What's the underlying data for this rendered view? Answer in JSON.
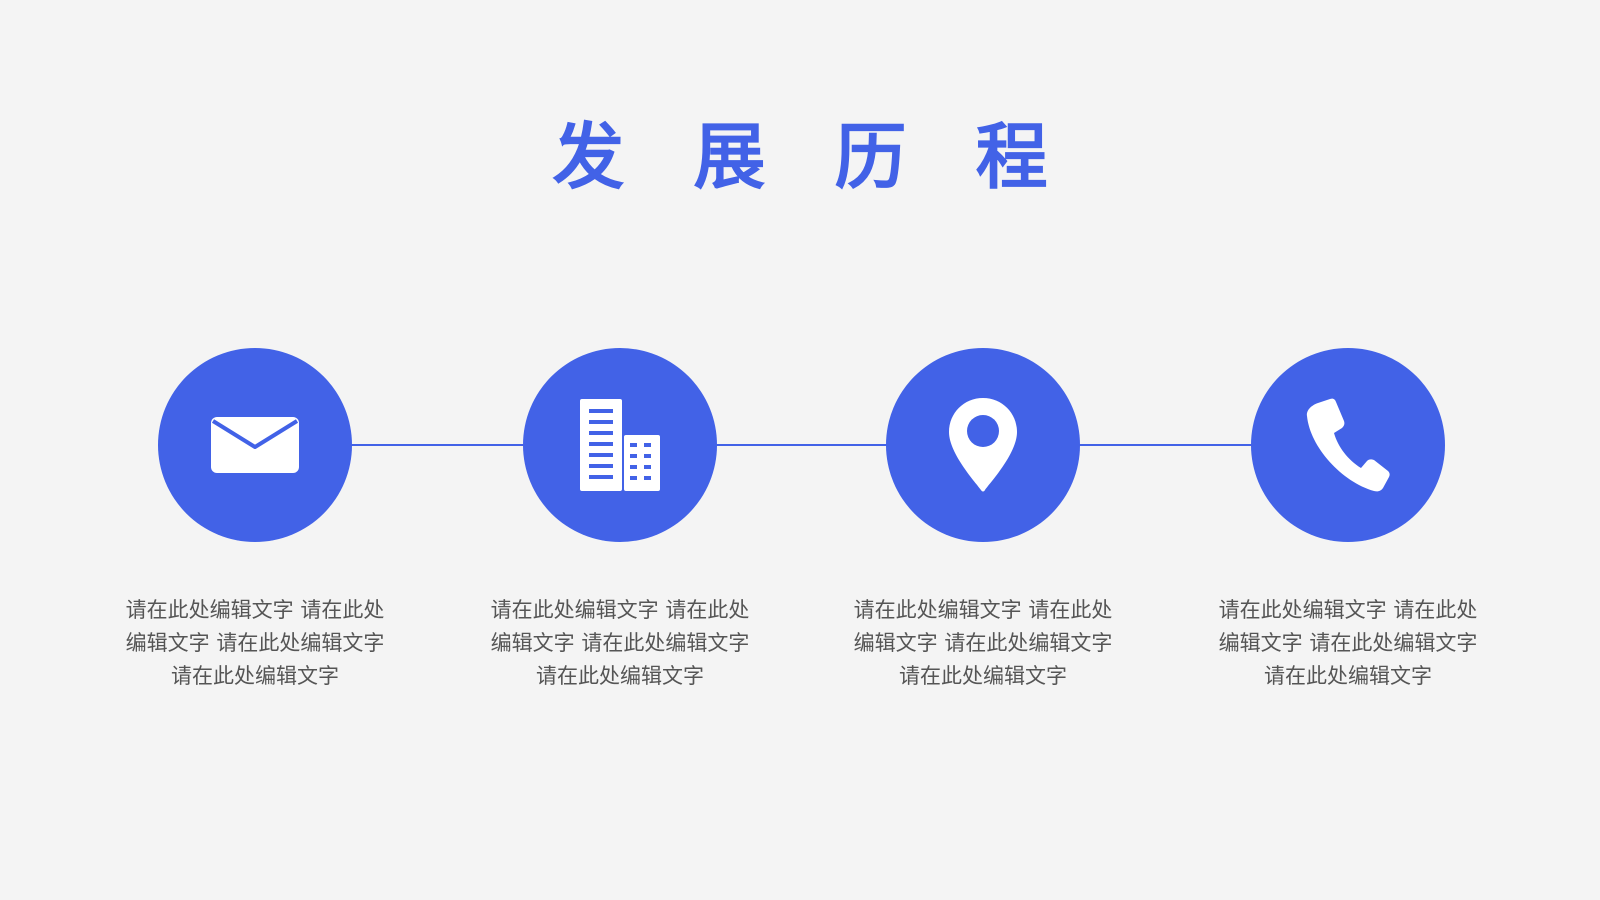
{
  "title": "发 展 历 程",
  "accent_color": "#4262e7",
  "background_color": "#f4f4f4",
  "steps": [
    {
      "icon": "envelope-icon",
      "text": "请在此处编辑文字 请在此处编辑文字 请在此处编辑文字 请在此处编辑文字"
    },
    {
      "icon": "building-icon",
      "text": "请在此处编辑文字 请在此处编辑文字 请在此处编辑文字 请在此处编辑文字"
    },
    {
      "icon": "location-pin-icon",
      "text": "请在此处编辑文字 请在此处编辑文字 请在此处编辑文字 请在此处编辑文字"
    },
    {
      "icon": "phone-icon",
      "text": "请在此处编辑文字 请在此处编辑文字 请在此处编辑文字 请在此处编辑文字"
    }
  ]
}
